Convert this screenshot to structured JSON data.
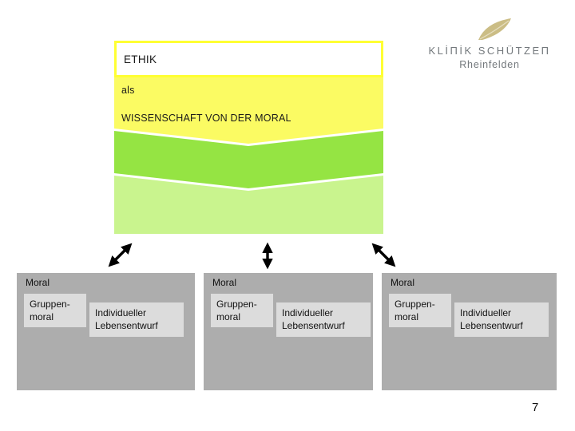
{
  "logo": {
    "brand": "KLİΠİK SCHÜTZEΠ",
    "subtitle": "Rheinfelden",
    "leaf_color": "#cbbd85",
    "text_color": "#73787c"
  },
  "title_panel": {
    "header": "ETHIK",
    "line1": "als",
    "line2": "WISSENSCHAFT VON DER MORAL",
    "colors": {
      "border_yellow": "#ffff33",
      "body_yellow": "#fbfb63",
      "dark_green": "#95e443",
      "light_green": "#c9f48e"
    }
  },
  "groups": [
    {
      "title": "Moral",
      "left_line1": "Gruppen-",
      "left_line2": "moral",
      "right_line1": "Individueller",
      "right_line2": "Lebensentwurf"
    },
    {
      "title": "Moral",
      "left_line1": "Gruppen-",
      "left_line2": "moral",
      "right_line1": "Individueller",
      "right_line2": "Lebensentwurf"
    },
    {
      "title": "Moral",
      "left_line1": "Gruppen-",
      "left_line2": "moral",
      "right_line1": "Individueller",
      "right_line2": "Lebensentwurf"
    }
  ],
  "page_number": "7",
  "group_colors": {
    "box_gray": "#adadad",
    "inner_gray": "#dcdcdc",
    "arrow": "#000000"
  }
}
